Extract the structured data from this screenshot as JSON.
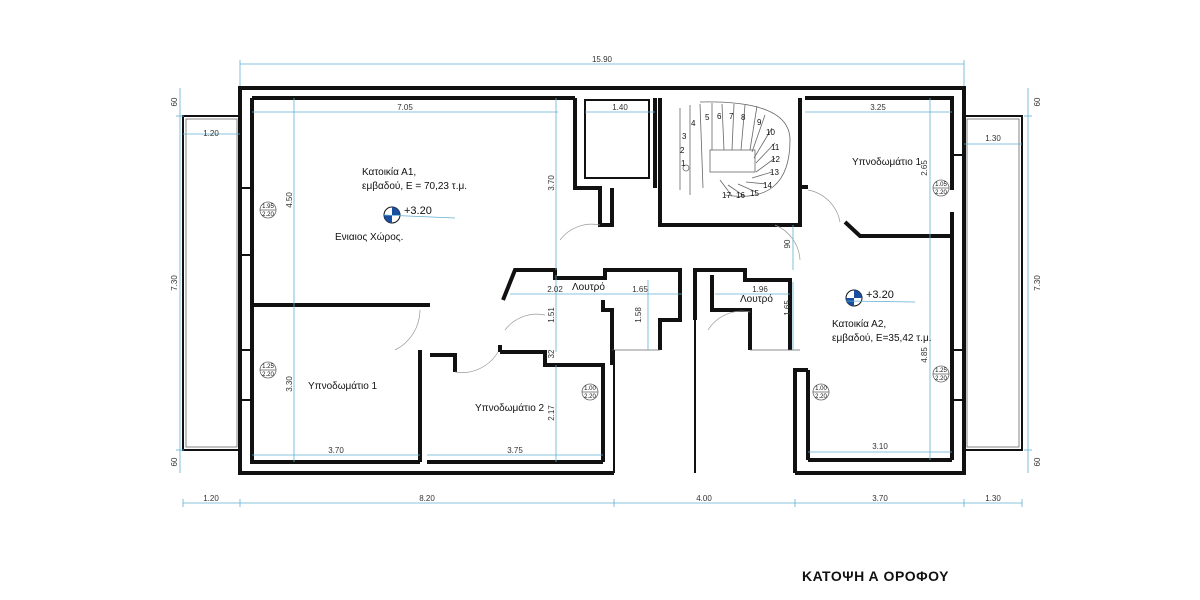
{
  "title": "ΚΑΤΟΨΗ Α ΟΡΟΦΟΥ",
  "rooms": {
    "a1_name": "Κατοικία Α1,",
    "a1_area": "εμβαδού, Ε = 70,23 τ.μ.",
    "living": "Ενιαιος Χώρος.",
    "bed1_left": "Υπνοδωμάτιο 1",
    "bed2": "Υπνοδωμάτιο 2",
    "bath_left": "Λουτρό",
    "bath_right": "Λουτρό",
    "bed1_right": "Υπνοδωμάτιο 1",
    "a2_name": "Κατοικία Α2,",
    "a2_area": "εμβαδού, Ε=35,42 τ.μ."
  },
  "levels": {
    "a1": "+3.20",
    "a2": "+3.20"
  },
  "windows": {
    "w1": {
      "top": "1.95",
      "bottom": "2.20"
    },
    "w2": {
      "top": "1.25",
      "bottom": "2.20"
    },
    "w3": {
      "top": "1.00",
      "bottom": "2.20"
    },
    "w4": {
      "top": "1.05",
      "bottom": "2.20"
    },
    "w5": {
      "top": "1.00",
      "bottom": "2.20"
    },
    "w6": {
      "top": "1.25",
      "bottom": "2.20"
    }
  },
  "dims": {
    "overall_top": "15.90",
    "left_balcony_top": "1.20",
    "right_balcony_top": "1.30",
    "living_width": "7.05",
    "stair_width": "1.40",
    "bedroom_right_width": "3.25",
    "bottom_left": "1.20",
    "bottom_8": "8.20",
    "bottom_4": "4.00",
    "bottom_37": "3.70",
    "bottom_right": "1.30",
    "left_60_top": "60",
    "left_730": "7.30",
    "left_60_bottom": "60",
    "right_60_top": "60",
    "right_730": "7.30",
    "right_60_bottom": "60",
    "living_height": "4.50",
    "bed1_height": "3.30",
    "corridor_height": "3.70",
    "bed1_width": "3.70",
    "bed2_width": "3.75",
    "bed2_height": "2.17",
    "bath_w": "2.02",
    "bath_w2": "1.65",
    "bath_h": "1.58",
    "bath_h2": "1.51",
    "bath_gap": "32",
    "bath_r_w": "1.96",
    "bath_r_h": "1.65",
    "stair_gap": "90",
    "bed_r_h": "2.65",
    "a2_h": "4.85",
    "a2_w": "3.10"
  },
  "stairs": [
    "1",
    "2",
    "3",
    "4",
    "5",
    "6",
    "7",
    "8",
    "9",
    "10",
    "11",
    "12",
    "13",
    "14",
    "15",
    "16",
    "17"
  ]
}
